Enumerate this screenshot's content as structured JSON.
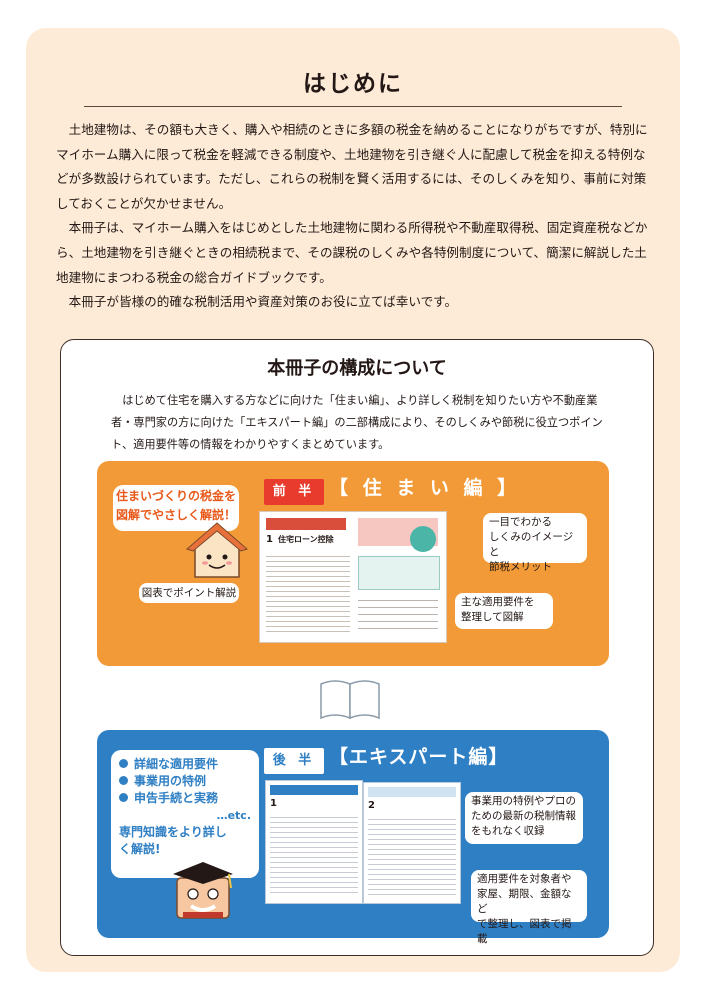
{
  "title": "はじめに",
  "intro": [
    "土地建物は、その額も大きく、購入や相続のときに多額の税金を納めることになりがちですが、特別にマイホーム購入に限って税金を軽減できる制度や、土地建物を引き継ぐ人に配慮して税金を抑える特例などが多数設けられています。ただし、これらの税制を賢く活用するには、そのしくみを知り、事前に対策しておくことが欠かせません。",
    "本冊子は、マイホーム購入をはじめとした土地建物に関わる所得税や不動産取得税、固定資産税などから、土地建物を引き継ぐときの相続税まで、その課税のしくみや各特例制度について、簡潔に解説した土地建物にまつわる税金の総合ガイドブックです。",
    "本冊子が皆様の的確な税制活用や資産対策のお役に立てば幸いです。"
  ],
  "structure": {
    "title": "本冊子の構成について",
    "description": "はじめて住宅を購入する方などに向けた「住まい編」、より詳しく税制を知りたい方や不動産業者・専門家の方に向けた「エキスパート編」の二部構成により、そのしくみや節税に役立つポイント、適用要件等の情報をわかりやすくまとめています。"
  },
  "first_half": {
    "tag": "前 半",
    "heading": "【 住 ま い 編 】",
    "callout_main": [
      "住まいづくりの税金を",
      "図解でやさしく解説！"
    ],
    "callout_chart": "図表でポイント解説",
    "callout_image": [
      "一目でわかる",
      "しくみのイメージと",
      "節税メリット"
    ],
    "callout_requirements": [
      "主な適用要件を",
      "整理して図解"
    ],
    "page_heading": "住宅ローン控除",
    "page_number": "1"
  },
  "second_half": {
    "tag": "後 半",
    "heading": "【エキスパート編】",
    "list": [
      "詳細な適用要件",
      "事業用の特例",
      "申告手続と実務"
    ],
    "etc": "…etc.",
    "summary": [
      "専門知識をより詳し",
      "く解説!"
    ],
    "callout_latest": [
      "事業用の特例やプロの",
      "ための最新の税制情報",
      "をもれなく収録"
    ],
    "callout_sorted": [
      "適用要件を対象者や",
      "家屋、期限、金額など",
      "で整理し、図表で掲載"
    ],
    "page_left_number": "1",
    "page_right_number": "2"
  },
  "colors": {
    "background": "#fdebd7",
    "orange": "#f29a38",
    "blue": "#2f7fc4",
    "red": "#e83a2d",
    "text": "#231815"
  }
}
